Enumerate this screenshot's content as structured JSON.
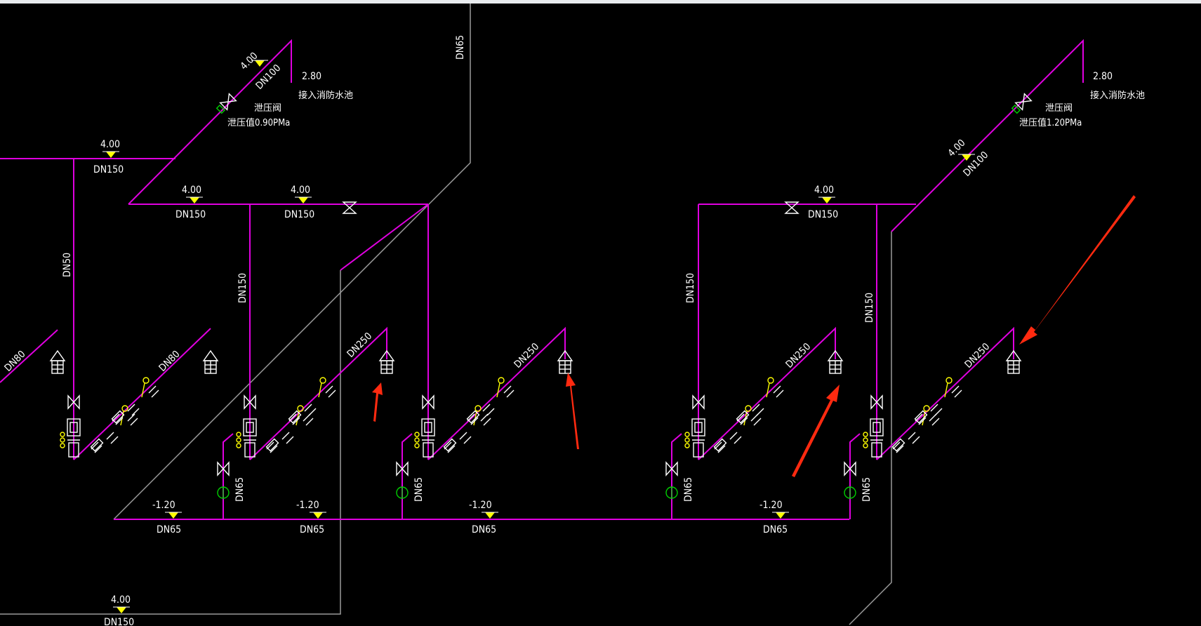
{
  "labels": {
    "dn65": "DN65",
    "dn100": "DN100",
    "dn150": "DN150",
    "dn50": "DN50",
    "dn80": "DN80",
    "dn250": "DN250",
    "el_400": "4.00",
    "el_280": "2.80",
    "el_m120": "-1.20",
    "to_pool": "接入消防水池",
    "valve": "泄压阀",
    "set1": "泄压值0.90PMa",
    "set2": "泄压值1.20PMa"
  },
  "colors": {
    "background": "#000000",
    "pipe": "#e000e0",
    "symbol": "#ffffff",
    "elevation_marker": "#ffff00",
    "gauge": "#00d000",
    "arrow": "#ff2a10"
  }
}
